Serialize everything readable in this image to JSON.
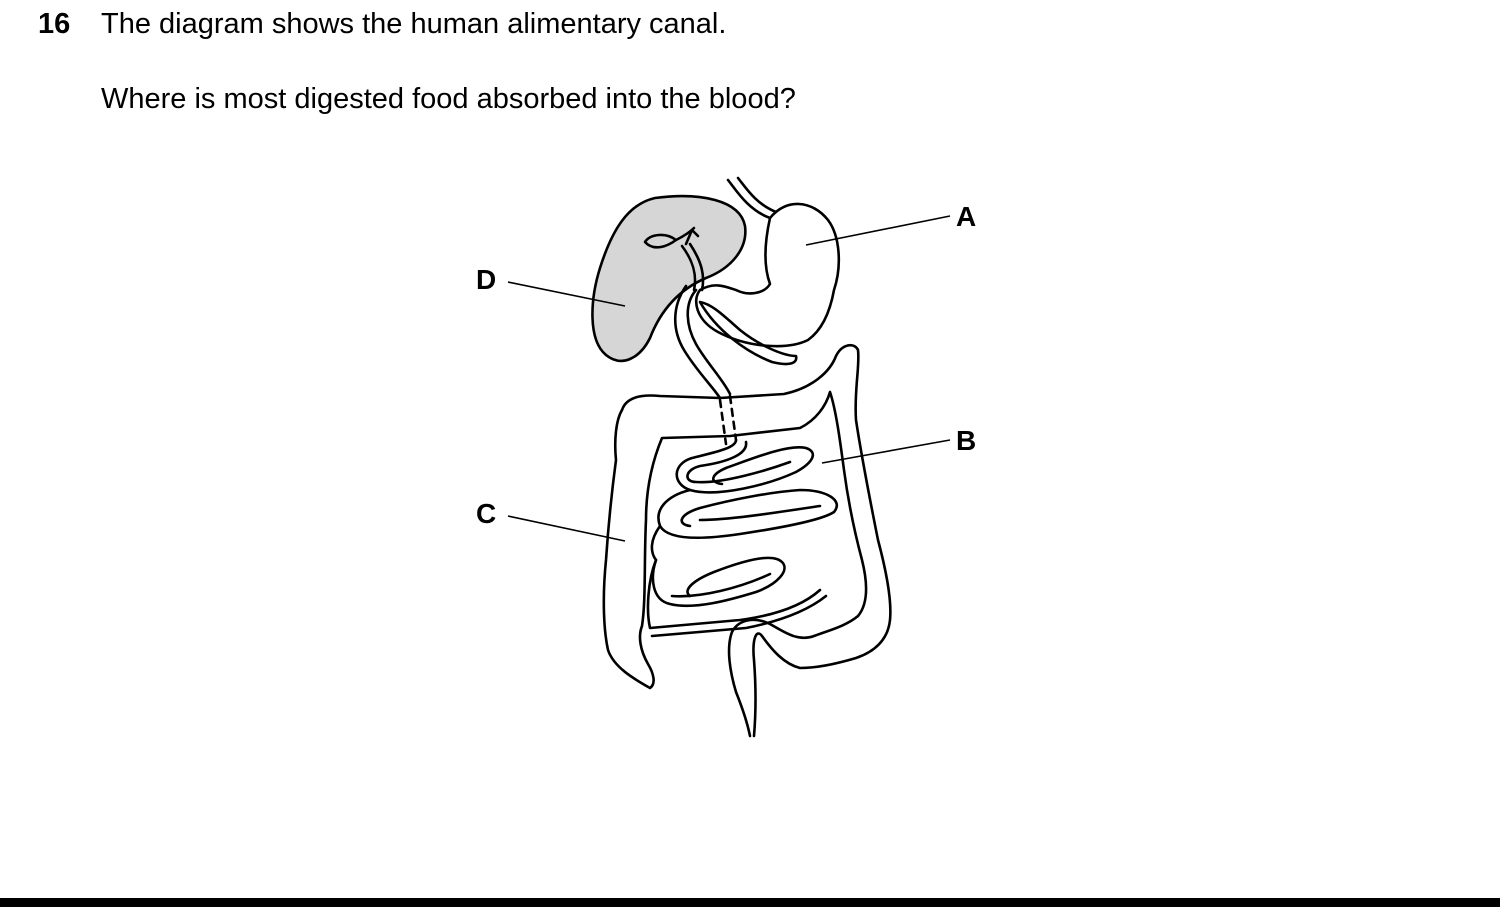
{
  "question": {
    "number": "16",
    "text": "The diagram shows the human alimentary canal.",
    "prompt": "Where is most digested food absorbed into the blood?"
  },
  "diagram": {
    "labels": [
      "A",
      "B",
      "C",
      "D"
    ],
    "colors": {
      "liver_fill": "#d6d6d6",
      "stroke": "#000000"
    }
  }
}
